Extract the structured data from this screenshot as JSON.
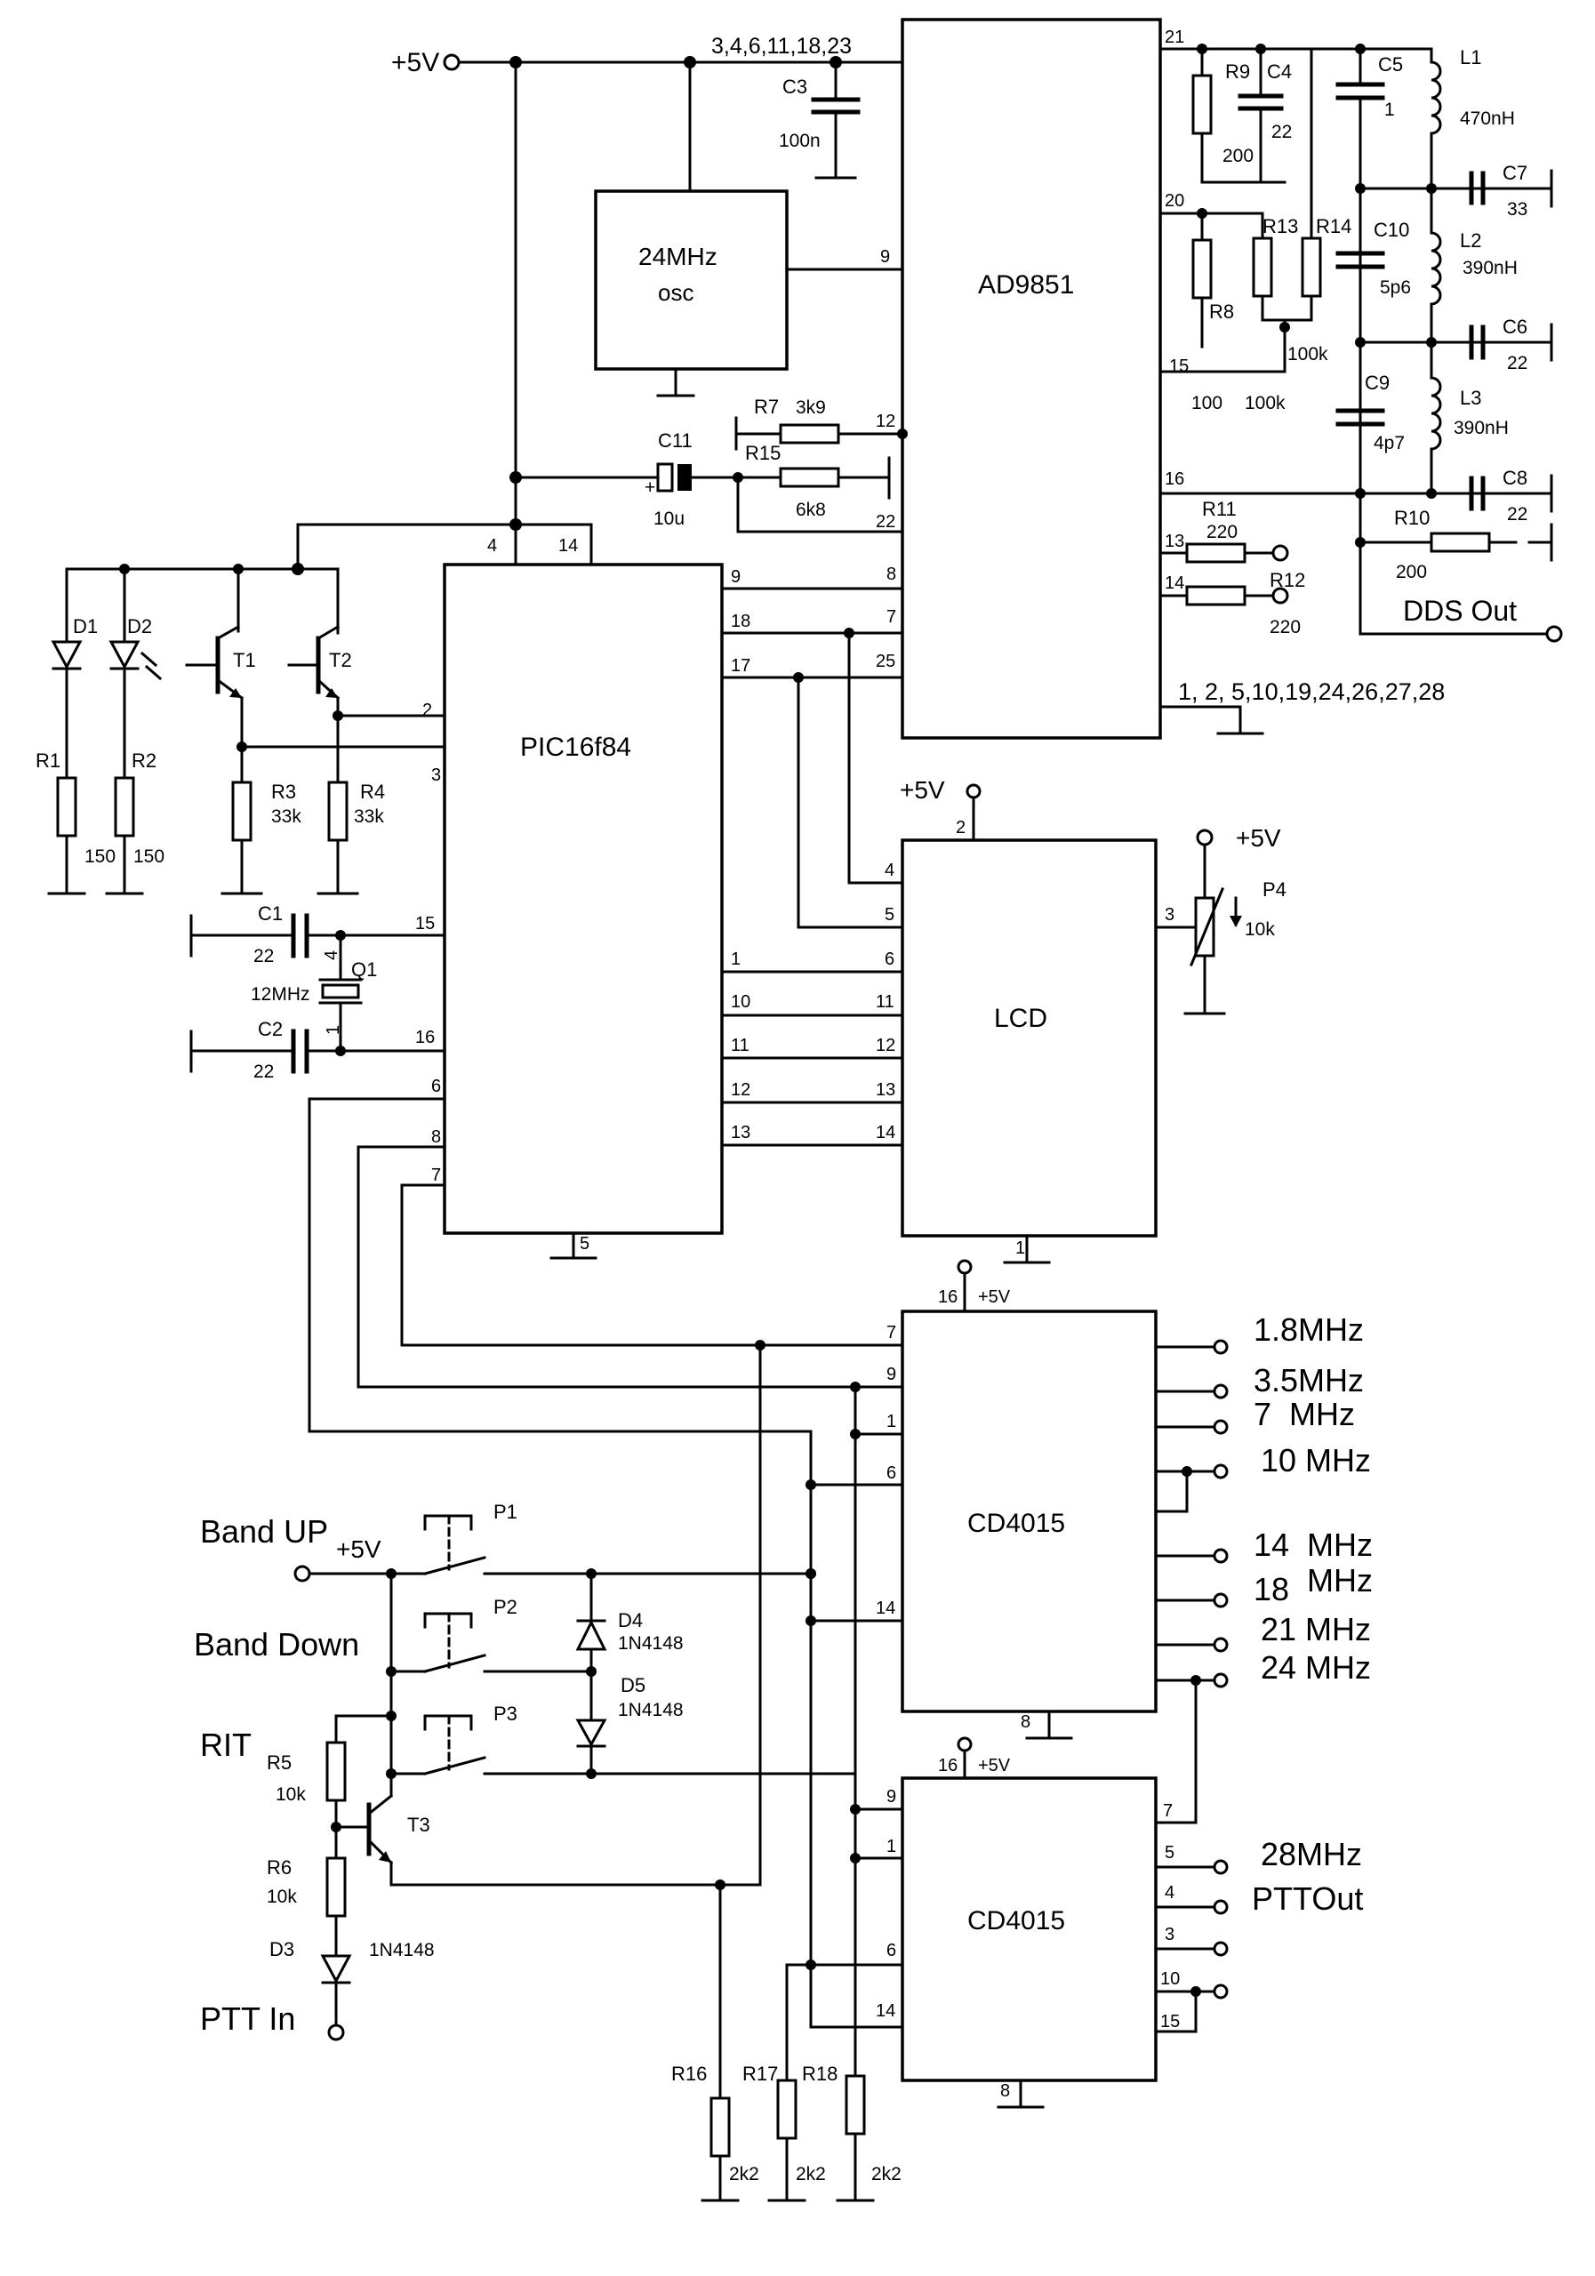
{
  "supply": {
    "vcc_top": "+5V",
    "vcc_lcd": "+5V",
    "vcc_p4": "+5V",
    "vcc_sw": "+5V",
    "vcc_u1": "+5V",
    "vcc_u2": "+5V"
  },
  "chips": {
    "dds": "AD9851",
    "mcu": "PIC16f84",
    "lcd": "LCD",
    "osc_line1": "24MHz",
    "osc_line2": "osc",
    "div1": "CD4015",
    "div2": "CD4015"
  },
  "dds_pins": {
    "vcc_list": "3,4,6,11,18,23",
    "gnd_list": "1, 2, 5,10,19,24,26,27,28",
    "p9": "9",
    "p12": "12",
    "p22": "22",
    "p8": "8",
    "p7": "7",
    "p25": "25",
    "p21": "21",
    "p20": "20",
    "p15": "15",
    "p16": "16",
    "p13": "13",
    "p14": "14"
  },
  "mcu_pins": {
    "p4": "4",
    "p14": "14",
    "p2": "2",
    "p3": "3",
    "p15": "15",
    "p16": "16",
    "p6": "6",
    "p8": "8",
    "p7": "7",
    "p5": "5",
    "p9": "9",
    "p18": "18",
    "p17": "17",
    "p1": "1",
    "p10": "10",
    "p11": "11",
    "p12": "12",
    "p13": "13"
  },
  "lcd_pins": {
    "p2": "2",
    "p4": "4",
    "p5": "5",
    "p6": "6",
    "p11": "11",
    "p12": "12",
    "p13": "13",
    "p14": "14",
    "p3": "3",
    "p1": "1"
  },
  "div1_pins": {
    "p16": "16",
    "p7": "7",
    "p9": "9",
    "p1": "1",
    "p6": "6",
    "p14": "14",
    "p8": "8"
  },
  "div2_pins": {
    "p16": "16",
    "p9": "9",
    "p1": "1",
    "p6": "6",
    "p14": "14",
    "p8": "8",
    "p7": "7",
    "p5": "5",
    "p4": "4",
    "p3": "3",
    "p10": "10",
    "p15": "15"
  },
  "parts": {
    "C3": {
      "ref": "C3",
      "val": "100n"
    },
    "C11": {
      "ref": "C11",
      "val": "10u"
    },
    "R7": {
      "ref": "R7",
      "val": "3k9"
    },
    "R15": {
      "ref": "R15",
      "val": "6k8"
    },
    "R9": {
      "ref": "R9",
      "val": "200"
    },
    "C4": {
      "ref": "C4",
      "val": "22"
    },
    "C5": {
      "ref": "C5",
      "val": "1"
    },
    "L1": {
      "ref": "L1",
      "val": "470nH"
    },
    "C7": {
      "ref": "C7",
      "val": "33"
    },
    "R8": {
      "ref": "R8",
      "val": "100"
    },
    "R13": {
      "ref": "R13",
      "val": "100k"
    },
    "R14": {
      "ref": "R14",
      "val": "100k"
    },
    "C10": {
      "ref": "C10",
      "val": "5p6"
    },
    "L2": {
      "ref": "L2",
      "val": "390nH"
    },
    "C6": {
      "ref": "C6",
      "val": "22"
    },
    "C9": {
      "ref": "C9",
      "val": "4p7"
    },
    "L3": {
      "ref": "L3",
      "val": "390nH"
    },
    "C8": {
      "ref": "C8",
      "val": "22"
    },
    "R10": {
      "ref": "R10",
      "val": "200"
    },
    "R11": {
      "ref": "R11",
      "val": "220"
    },
    "R12": {
      "ref": "R12",
      "val": "220"
    },
    "D1": {
      "ref": "D1"
    },
    "D2": {
      "ref": "D2"
    },
    "T1": {
      "ref": "T1"
    },
    "T2": {
      "ref": "T2"
    },
    "R1": {
      "ref": "R1",
      "val": "150"
    },
    "R2": {
      "ref": "R2",
      "val": "150"
    },
    "R3": {
      "ref": "R3",
      "val": "33k"
    },
    "R4": {
      "ref": "R4",
      "val": "33k"
    },
    "C1": {
      "ref": "C1",
      "val": "22"
    },
    "C2": {
      "ref": "C2",
      "val": "22"
    },
    "Q1": {
      "ref": "Q1",
      "val": "12MHz",
      "pin4": "4",
      "pin1": "1"
    },
    "P4": {
      "ref": "P4",
      "val": "10k"
    },
    "P1": {
      "ref": "P1"
    },
    "P2": {
      "ref": "P2"
    },
    "P3": {
      "ref": "P3"
    },
    "D4": {
      "ref": "D4",
      "val": "1N4148"
    },
    "D5": {
      "ref": "D5",
      "val": "1N4148"
    },
    "R5": {
      "ref": "R5",
      "val": "10k"
    },
    "R6": {
      "ref": "R6",
      "val": "10k"
    },
    "T3": {
      "ref": "T3"
    },
    "D3": {
      "ref": "D3",
      "val": "1N4148"
    },
    "R16": {
      "ref": "R16",
      "val": "2k2"
    },
    "R17": {
      "ref": "R17",
      "val": "2k2"
    },
    "R18": {
      "ref": "R18",
      "val": "2k2"
    }
  },
  "io_labels": {
    "dds_out": "DDS Out",
    "band_up": "Band UP",
    "band_down": "Band Down",
    "rit": "RIT",
    "ptt_in": "PTT In",
    "ptt_out": "PTTOut"
  },
  "bands": {
    "b1": "1.8MHz",
    "b2": "3.5MHz",
    "b3": "7  MHz",
    "b4": "10 MHz",
    "b5": "14  MHz",
    "b6a": "18",
    "b6b": "MHz",
    "b7": "21 MHz",
    "b8": "24 MHz",
    "b9": "28MHz"
  }
}
